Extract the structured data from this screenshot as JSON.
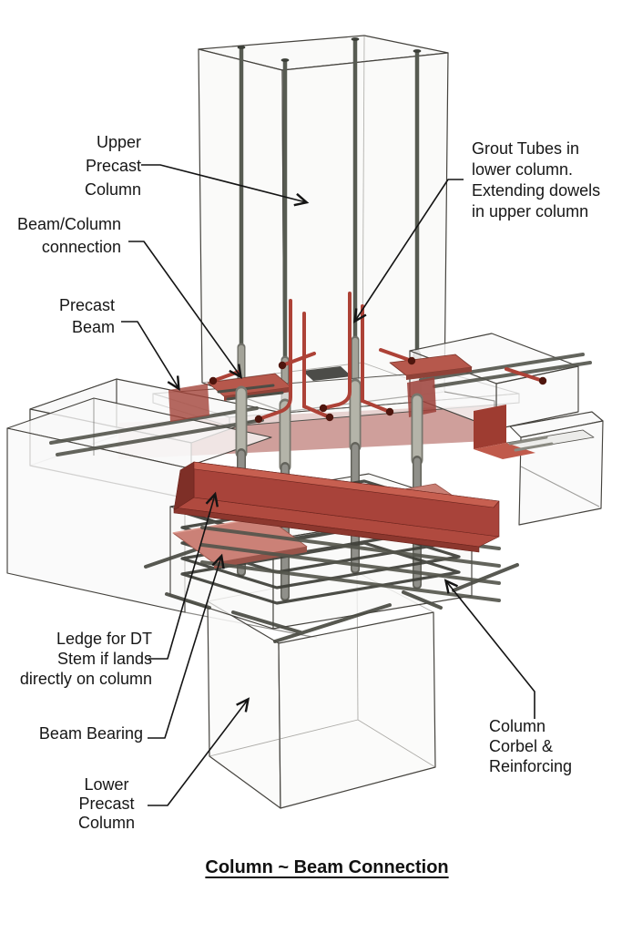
{
  "title": "Column ~ Beam Connection",
  "labels": {
    "upper_precast_column": {
      "lines": [
        "Upper",
        "Precast",
        "Column"
      ]
    },
    "grout_tubes": {
      "lines": [
        "Grout Tubes in",
        "lower column.",
        "Extending dowels",
        "in upper column"
      ]
    },
    "beam_column_connection": {
      "lines": [
        "Beam/Column",
        "connection"
      ]
    },
    "precast_beam": {
      "lines": [
        "Precast",
        "Beam"
      ]
    },
    "ledge_dt_stem": {
      "lines": [
        "Ledge for DT",
        "Stem if lands",
        "directly on column"
      ]
    },
    "beam_bearing": {
      "lines": [
        "Beam Bearing"
      ]
    },
    "lower_precast_column": {
      "lines": [
        "Lower",
        "Precast",
        "Column"
      ]
    },
    "column_corbel": {
      "lines": [
        "Column",
        "Corbel &",
        "Reinforcing"
      ]
    }
  },
  "colors": {
    "steel_angle_red": "#a8433a",
    "steel_angle_highlight": "#c75f50",
    "bearing_pad_pink": "#cb8177",
    "grout_tube_red": "#ad4237",
    "tube_cap_maroon": "#4f160e",
    "rebar_gray": "#5d6156",
    "sleeve_gray": "#b4b4a9",
    "ghost_concrete": "#f7f7f6",
    "edge_line": "#45433e",
    "annotation_line": "#141414"
  }
}
